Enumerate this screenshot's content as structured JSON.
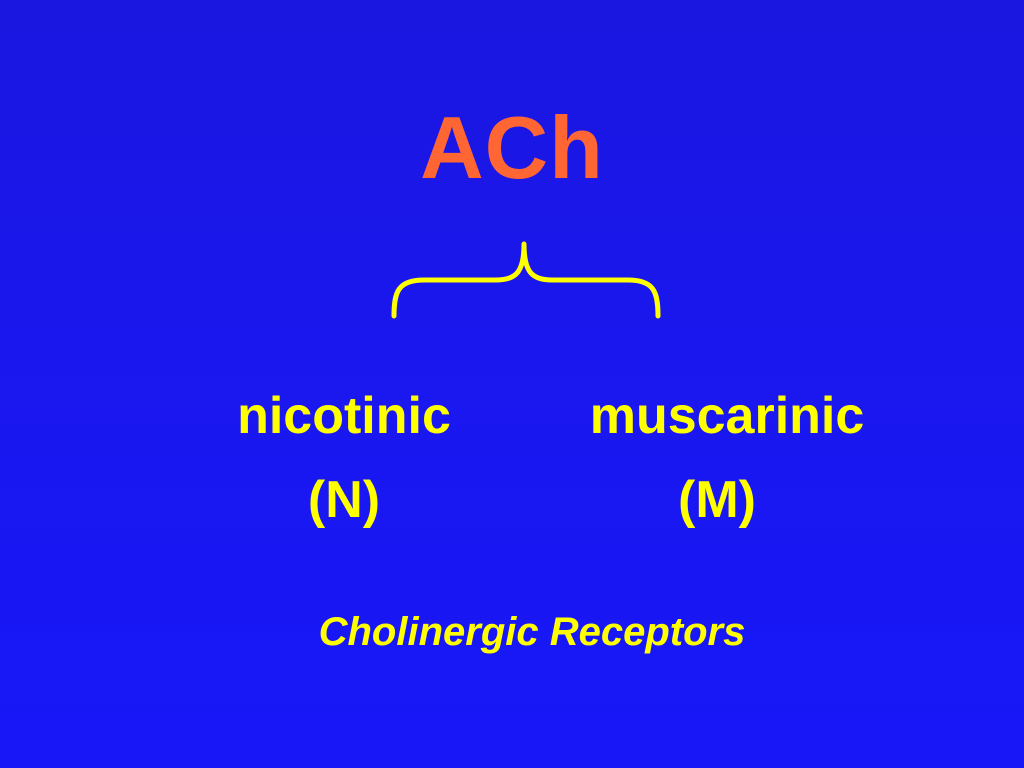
{
  "colors": {
    "background": "#1a17ee",
    "title": "#ff6633",
    "text": "#ffff00",
    "brace": "#ffff00"
  },
  "title": "ACh",
  "receptors": [
    {
      "name": "nicotinic",
      "abbr": "(N)"
    },
    {
      "name": "muscarinic",
      "abbr": "(M)"
    }
  ],
  "caption": "Cholinergic Receptors"
}
